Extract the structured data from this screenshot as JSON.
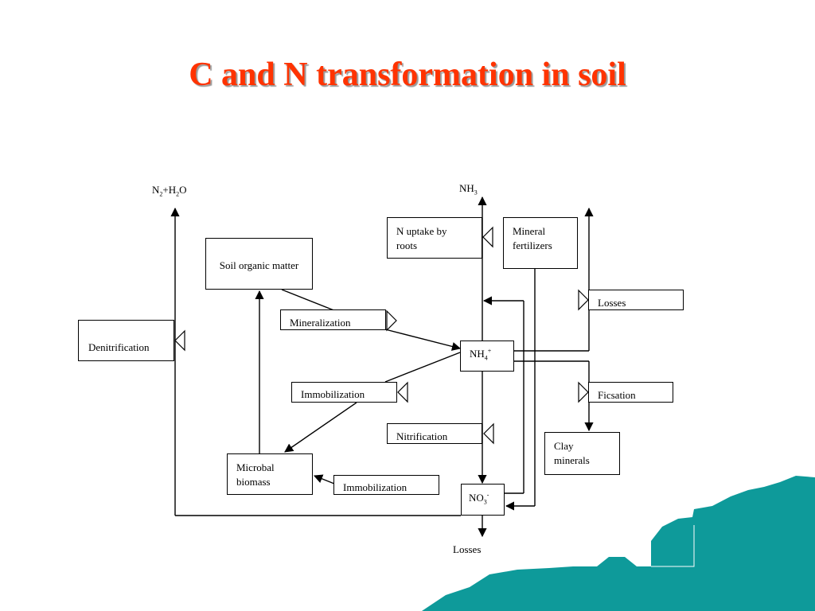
{
  "title": "C and N transformation in soil",
  "colors": {
    "title": "#ff3300",
    "decoration": "#0e9a9a"
  },
  "nodes": {
    "soil_organic_matter": "Soil organic matter",
    "mineralization": "Mineralization",
    "denitrification": "Denitrification",
    "immobilization_upper": "Immobilization",
    "immobilization_lower": "Immobilization",
    "microbial_biomass": "Microbal biomass",
    "n_uptake": "N uptake by roots",
    "mineral_fertilizers": "Mineral fertilizers",
    "losses_box": "Losses",
    "ficsation": "Ficsation",
    "nitrification": "Nitrification",
    "clay_minerals": "Clay minerals"
  },
  "chem": {
    "n2h2o": {
      "a": "N",
      "b": "2",
      "c": "+H",
      "d": "2",
      "e": "O"
    },
    "nh3": {
      "a": "NH",
      "b": "3"
    },
    "nh4": {
      "a": "NH",
      "b": "4",
      "c": "+"
    },
    "no3": {
      "a": "NO",
      "b": "3",
      "c": "-"
    }
  },
  "bottom_losses": "Losses"
}
